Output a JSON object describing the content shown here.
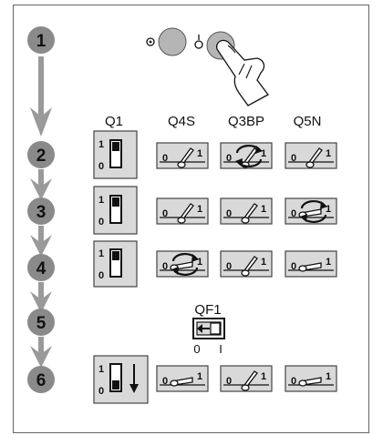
{
  "steps": [
    "1",
    "2",
    "3",
    "4",
    "5",
    "6"
  ],
  "column_headers": [
    "Q1",
    "Q4S",
    "Q3BP",
    "Q5N"
  ],
  "switch_labels": {
    "on": "1",
    "off": "0"
  },
  "breaker": {
    "name": "QF1",
    "off_label": "0",
    "on_label": "I"
  },
  "rows": [
    {
      "step": "2",
      "q1": "on",
      "handles": [
        "1",
        "1-rotate",
        "1"
      ]
    },
    {
      "step": "3",
      "q1": "on",
      "handles": [
        "1",
        "1",
        "1-rotate"
      ]
    },
    {
      "step": "4",
      "q1": "on",
      "handles": [
        "1-rotate",
        "1",
        "0"
      ]
    },
    {
      "step": "6",
      "q1": "off",
      "handles": [
        "0",
        "1",
        "0"
      ]
    }
  ],
  "colors": {
    "step_badge": "#8a8a8a",
    "arrow": "#9a9a9a",
    "button": "#b5b5b5",
    "panel": "#d9d9d9"
  },
  "icons": {
    "step1_symbols": [
      "pressed-button-icon",
      "release-button-icon"
    ],
    "hand": "finger-press-icon"
  }
}
